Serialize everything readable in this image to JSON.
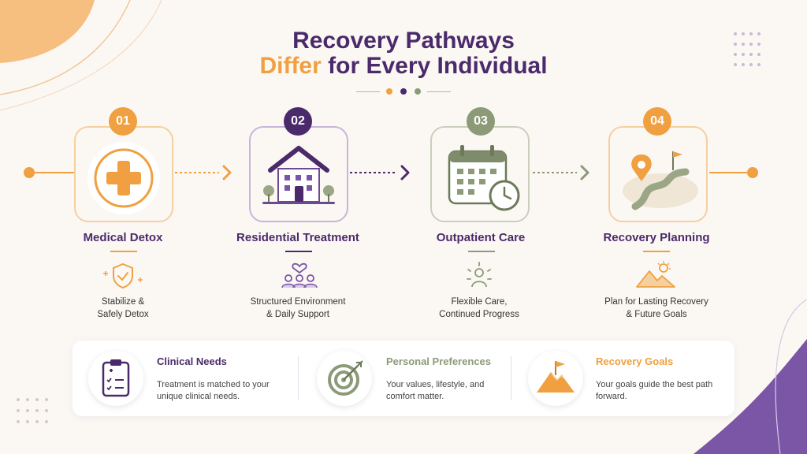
{
  "header": {
    "title_line1": "Recovery Pathways",
    "title_accent": "Differ",
    "title_rest": " for Every Individual"
  },
  "colors": {
    "orange": "#f0a040",
    "purple": "#4b2a6b",
    "purple_mid": "#7a54a8",
    "sage": "#8c9a78",
    "background": "#fbf8f4"
  },
  "steps": [
    {
      "number": "01",
      "title": "Medical Detox",
      "desc_line1": "Stabilize &",
      "desc_line2": "Safely Detox",
      "icon": "medical-cross-icon",
      "sub_icon": "shield-check-icon"
    },
    {
      "number": "02",
      "title": "Residential Treatment",
      "desc_line1": "Structured Environment",
      "desc_line2": "& Daily Support",
      "icon": "house-icon",
      "sub_icon": "group-heart-icon"
    },
    {
      "number": "03",
      "title": "Outpatient Care",
      "desc_line1": "Flexible Care,",
      "desc_line2": "Continued Progress",
      "icon": "calendar-clock-icon",
      "sub_icon": "person-icon"
    },
    {
      "number": "04",
      "title": "Recovery Planning",
      "desc_line1": "Plan for Lasting Recovery",
      "desc_line2": "& Future Goals",
      "icon": "map-path-icon",
      "sub_icon": "mountain-sun-icon"
    }
  ],
  "factors": [
    {
      "title": "Clinical Needs",
      "text_line1": "Treatment is matched to your",
      "text_line2": "unique clinical needs.",
      "icon": "clipboard-icon"
    },
    {
      "title": "Personal Preferences",
      "text_line1": "Your values, lifestyle, and",
      "text_line2": "comfort matter.",
      "icon": "target-icon"
    },
    {
      "title": "Recovery Goals",
      "text_line1": "Your goals guide the best path",
      "text_line2": "forward.",
      "icon": "mountain-flag-icon"
    }
  ]
}
